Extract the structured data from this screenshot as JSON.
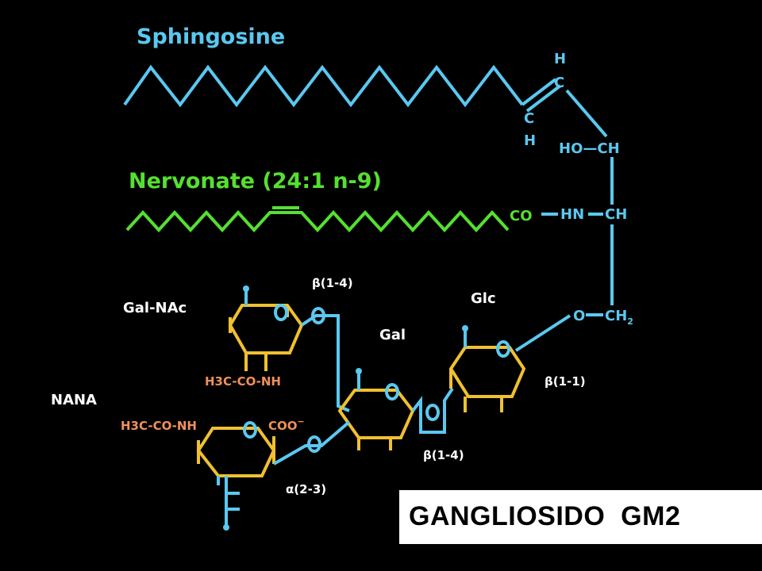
{
  "diagram": {
    "sphingosine_label": "Sphingosine",
    "nervonate_label": "Nervonate (24:1 n-9)",
    "atoms": {
      "h_top": "H",
      "c_top": "C",
      "c_mid": "C",
      "h_mid": "H",
      "ho_ch": "HO—CH",
      "co": "CO",
      "hn": "HN",
      "ch": "CH",
      "o_ch2": "O",
      "ch2": "CH",
      "ch2_sub": "2"
    },
    "sugars": {
      "galnac": "Gal-NAc",
      "gal": "Gal",
      "glc": "Glc",
      "nana": "NANA"
    },
    "groups": {
      "galnac_acetyl": "H3C-CO-NH",
      "nana_acetyl": "H3C-CO-NH",
      "coo": "COO",
      "coo_charge": "−"
    },
    "linkages": {
      "beta14_top": "β(1-4)",
      "beta11": "β(1-1)",
      "beta14_bottom": "β(1-4)",
      "alpha23": "α(2-3)"
    },
    "colors": {
      "sphingosine": "#5ac8f0",
      "nervonate": "#55e030",
      "ring": "#f0c030",
      "acetyl": "#f0905a",
      "background": "#000000"
    }
  },
  "caption": "GANGLIOSIDO  GM2"
}
